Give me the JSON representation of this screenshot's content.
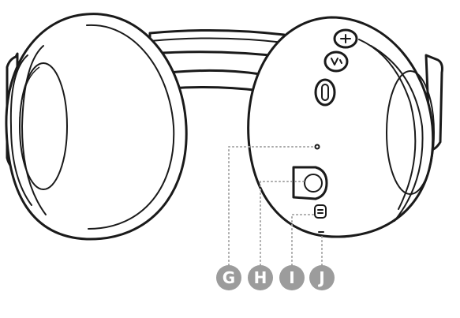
{
  "callouts": [
    {
      "id": "G",
      "label": "G",
      "target": "microphone"
    },
    {
      "id": "H",
      "label": "H",
      "target": "audio-jack"
    },
    {
      "id": "I",
      "label": "I",
      "target": "usb-port"
    },
    {
      "id": "J",
      "label": "J",
      "target": "status-led"
    }
  ],
  "buttons": [
    {
      "icon": "bluetooth-plus-icon"
    },
    {
      "icon": "voice-assistant-icon"
    },
    {
      "icon": "power-icon"
    }
  ],
  "colors": {
    "outline": "#1a1a1a",
    "callout_fill": "#9c9c9c",
    "callout_text": "#ffffff",
    "leader_line": "#a8a8a8"
  }
}
